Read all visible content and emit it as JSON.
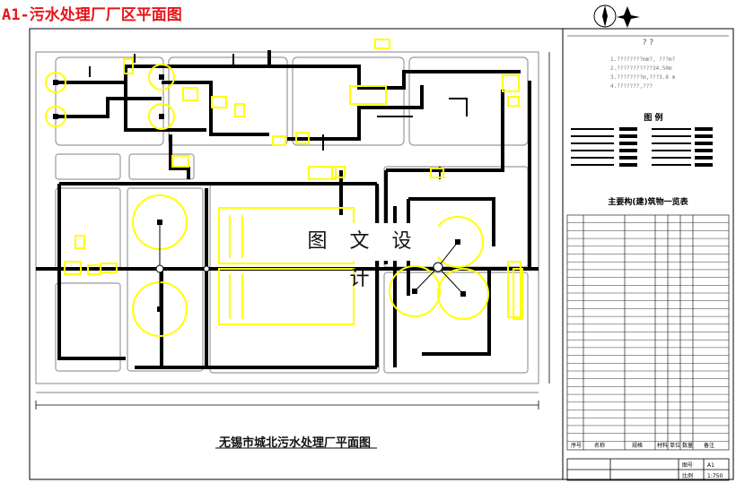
{
  "header": {
    "title": "A1-污水处理厂厂区平面图",
    "title_color": "#e8141a"
  },
  "drawing": {
    "bottom_title": "无锡市城北污水处理厂平面图",
    "watermark": "图 文 设 计"
  },
  "notes": {
    "heading": "? ?",
    "lines": [
      "1.????????mm?, ???m?",
      "2.???????????34.50m",
      "3.????????m,???3.8 m",
      "4.???????,???"
    ]
  },
  "legend": {
    "heading": "图 例"
  },
  "building_table": {
    "heading": "主要构(建)筑物一览表",
    "footer_labels": [
      "序号",
      "名称",
      "规格",
      "材料",
      "单位",
      "数量",
      "备注"
    ]
  },
  "title_block": {
    "sheet_label": "图号",
    "sheet_no": "A1",
    "scale_label": "比例",
    "scale": "1:750"
  },
  "colors": {
    "background": "#ffffff",
    "lines": "#000000",
    "structures": "#ffff00",
    "roads": "#808080",
    "title": "#e8141a"
  }
}
